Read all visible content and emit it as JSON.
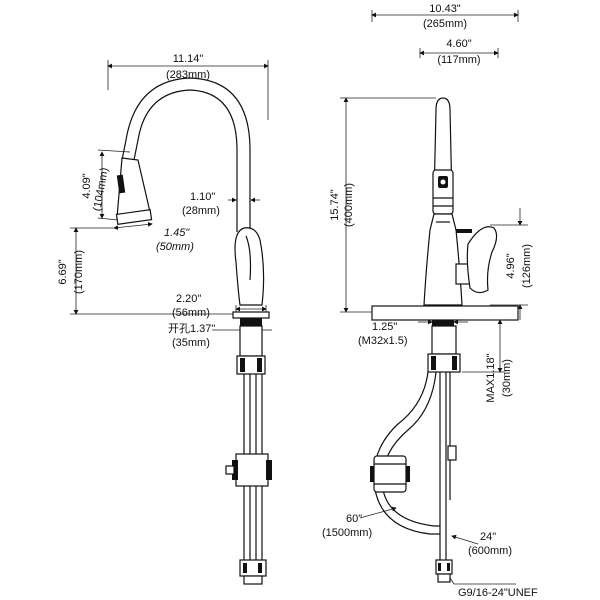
{
  "diagram": {
    "left_view": {
      "width_in": "11.14\"",
      "width_mm": "(283mm)",
      "spray_len_in": "4.09\"",
      "spray_len_mm": "(104mm)",
      "spray_dia_in": "1.45\"",
      "spray_dia_mm": "(50mm)",
      "reach_in": "6.69\"",
      "reach_mm": "(170mm)",
      "neck_in": "1.10\"",
      "neck_mm": "(28mm)",
      "base_in": "2.20\"",
      "base_mm": "(56mm)",
      "hole_in": "开孔1.37\"",
      "hole_mm": "(35mm)"
    },
    "right_view": {
      "plate_in": "10.43\"",
      "plate_mm": "(265mm)",
      "spout_in": "4.60\"",
      "spout_mm": "(117mm)",
      "height_in": "15.74\"",
      "height_mm": "(400mm)",
      "handle_in": "4.96\"",
      "handle_mm": "(126mm)",
      "thread_in": "1.25\"",
      "thread_mm": "(M32x1.5)",
      "max_in": "MAX1.18\"",
      "max_mm": "(30mm)",
      "hose_in": "60\"",
      "hose_mm": "(1500mm)",
      "supply_in": "24\"",
      "supply_mm": "(600mm)",
      "connector": "G9/16-24\"UNEF"
    }
  }
}
